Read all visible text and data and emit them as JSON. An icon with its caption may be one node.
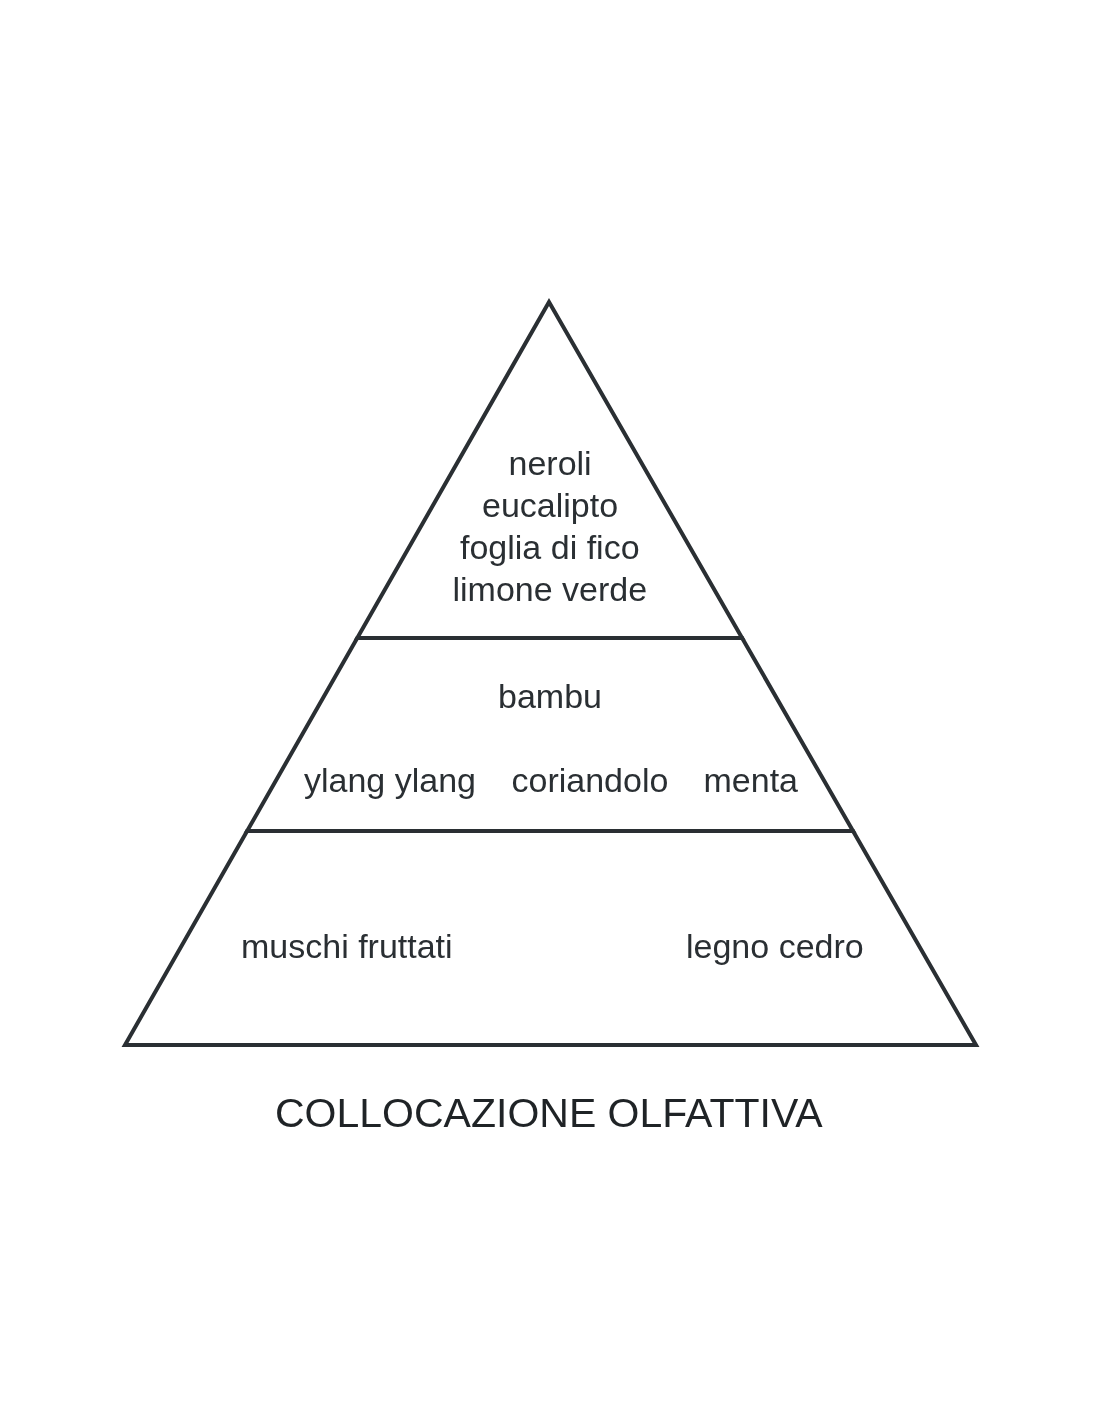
{
  "diagram": {
    "caption": "COLLOCAZIONE OLFATTIVA",
    "nodes": [
      {
        "text": [
          "neroli",
          "eucalipto",
          "foglia di fico",
          "limone verde"
        ]
      },
      {
        "text": [
          "bambu",
          "ylang ylang",
          "coriandolo",
          "menta"
        ]
      },
      {
        "text": [
          "muschi fruttati",
          "legno cedro"
        ]
      }
    ]
  }
}
